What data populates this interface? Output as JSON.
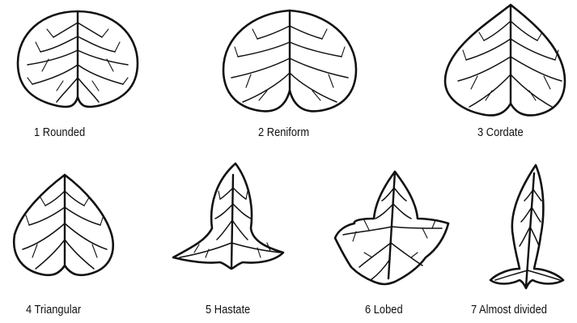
{
  "figure": {
    "leaves": [
      {
        "id": "rounded",
        "label": "1 Rounded"
      },
      {
        "id": "reniform",
        "label": "2  Reniform"
      },
      {
        "id": "cordate",
        "label": "3  Cordate"
      },
      {
        "id": "triangular",
        "label": "4  Triangular"
      },
      {
        "id": "hastate",
        "label": "5  Hastate"
      },
      {
        "id": "lobed",
        "label": "6  Lobed"
      },
      {
        "id": "almost-divided",
        "label": "7  Almost divided"
      }
    ],
    "colors": {
      "ink": "#111111",
      "background": "#ffffff"
    }
  }
}
